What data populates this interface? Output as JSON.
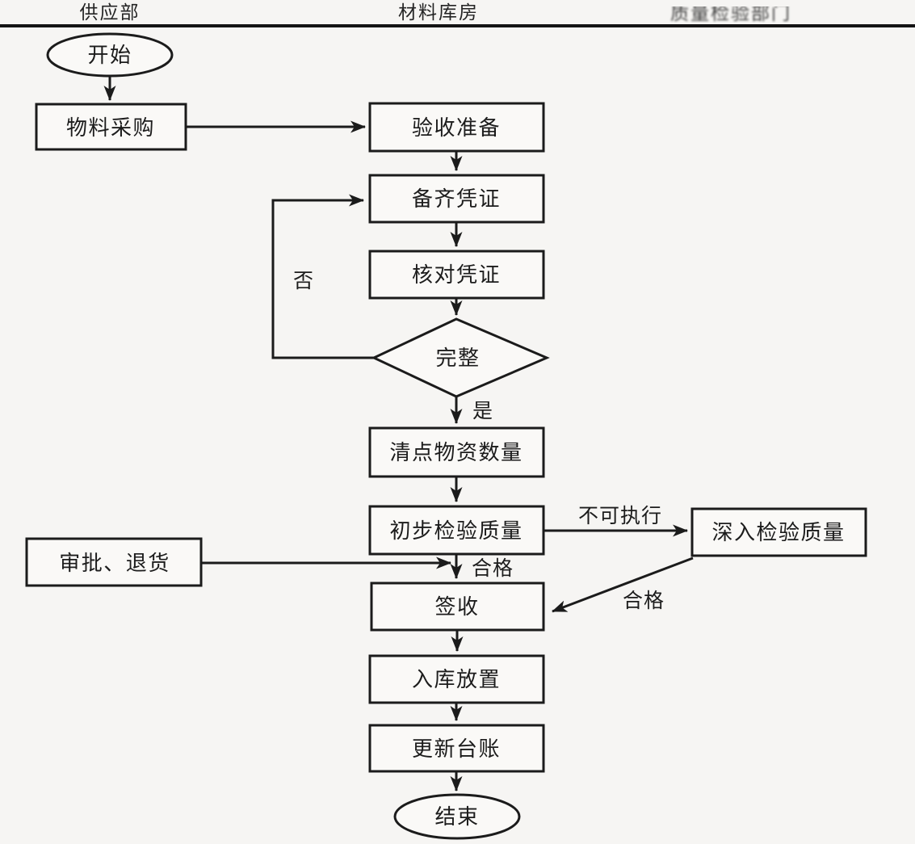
{
  "colors": {
    "ink": "#1b1b1b",
    "background": "#f6f5f3"
  },
  "header": {
    "columns": [
      {
        "label": "供应部"
      },
      {
        "label": "材料库房"
      },
      {
        "label": "质量检验部门"
      }
    ]
  },
  "nodes": {
    "start": {
      "label": "开始",
      "shape": "terminator"
    },
    "purchase": {
      "label": "物料采购",
      "shape": "process"
    },
    "prep": {
      "label": "验收准备",
      "shape": "process"
    },
    "vouchers": {
      "label": "备齐凭证",
      "shape": "process"
    },
    "verify": {
      "label": "核对凭证",
      "shape": "process"
    },
    "decision": {
      "label": "完整",
      "shape": "decision"
    },
    "count": {
      "label": "清点物资数量",
      "shape": "process"
    },
    "prelim": {
      "label": "初步检验质量",
      "shape": "process"
    },
    "deep": {
      "label": "深入检验质量",
      "shape": "process"
    },
    "approve_return": {
      "label": "审批、退货",
      "shape": "process"
    },
    "sign": {
      "label": "签收",
      "shape": "process"
    },
    "shelve": {
      "label": "入库放置",
      "shape": "process"
    },
    "ledger": {
      "label": "更新台账",
      "shape": "process"
    },
    "end": {
      "label": "结束",
      "shape": "terminator"
    }
  },
  "edge_labels": {
    "no": "否",
    "yes": "是",
    "not_executable": "不可执行",
    "qualified_main": "合格",
    "qualified_deep": "合格"
  },
  "links": [
    {
      "from": "start",
      "to": "purchase",
      "label": ""
    },
    {
      "from": "purchase",
      "to": "prep",
      "label": ""
    },
    {
      "from": "prep",
      "to": "vouchers",
      "label": ""
    },
    {
      "from": "vouchers",
      "to": "verify",
      "label": ""
    },
    {
      "from": "verify",
      "to": "decision",
      "label": ""
    },
    {
      "from": "decision",
      "to": "vouchers",
      "label": "否"
    },
    {
      "from": "decision",
      "to": "count",
      "label": "是"
    },
    {
      "from": "count",
      "to": "prelim",
      "label": ""
    },
    {
      "from": "prelim",
      "to": "deep",
      "label": "不可执行"
    },
    {
      "from": "prelim",
      "to": "sign",
      "label": "合格"
    },
    {
      "from": "deep",
      "to": "sign",
      "label": "合格"
    },
    {
      "from": "approve_return",
      "to": "sign",
      "label": ""
    },
    {
      "from": "sign",
      "to": "shelve",
      "label": ""
    },
    {
      "from": "shelve",
      "to": "ledger",
      "label": ""
    },
    {
      "from": "ledger",
      "to": "end",
      "label": ""
    }
  ]
}
